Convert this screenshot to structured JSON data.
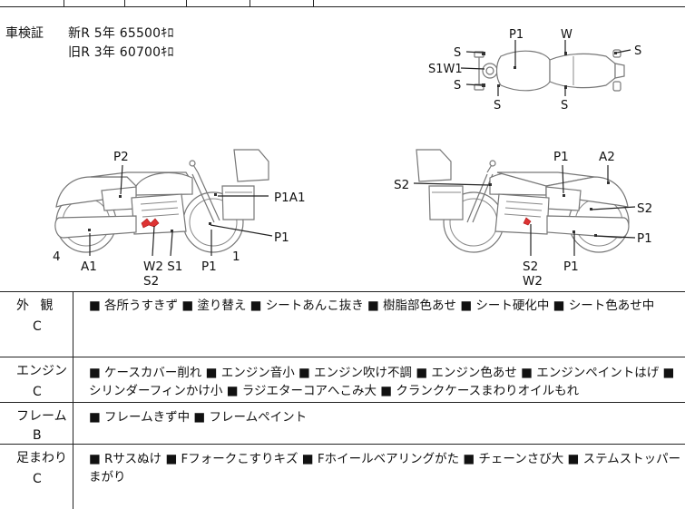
{
  "inspection": {
    "label": "車検証",
    "new_row": "新R 5年 65500ｷﾛ",
    "old_row": "旧R 3年 60700ｷﾛ"
  },
  "diagram_top_labels": {
    "p1": "P1",
    "w": "W",
    "s1": "S",
    "s2": "S",
    "s1w1": "S1W1",
    "s3": "S",
    "s4": "S",
    "s5": "S"
  },
  "diagram_left_labels": {
    "p2": "P2",
    "p1a1": "P1A1",
    "p1_right": "P1",
    "num4": "4",
    "a1": "A1",
    "w2s1": "W2 S1",
    "s2": "S2",
    "p1_bottom": "P1",
    "num1": "1"
  },
  "diagram_right_labels": {
    "s2_left": "S2",
    "p1_top": "P1",
    "a2": "A2",
    "s2_right": "S2",
    "p1_right": "P1",
    "s2_bottom": "S2",
    "w2": "W2",
    "p1_bottom": "P1"
  },
  "conditions": [
    {
      "title": "外 観",
      "grade": "C",
      "items": "■ 各所うすきず ■ 塗り替え ■ シートあんこ抜き ■ 樹脂部色あせ ■ シート硬化中 ■ シート色あせ中"
    },
    {
      "title": "エンジン",
      "grade": "C",
      "items": "■ ケースカバー削れ ■ エンジン音小 ■ エンジン吹け不調 ■ エンジン色あせ ■ エンジンペイントはげ ■ シリンダーフィンかけ小 ■ ラジエターコアへこみ大 ■ クランクケースまわりオイルもれ"
    },
    {
      "title": "フレーム",
      "grade": "B",
      "items": "■ フレームきず中 ■ フレームペイント"
    },
    {
      "title": "足まわり",
      "grade": "C",
      "items": "■ Rサスぬけ ■ Fフォークこすりキズ ■ Fホイールベアリングがた ■ チェーンさび大 ■ ステムストッパーまがり"
    }
  ]
}
